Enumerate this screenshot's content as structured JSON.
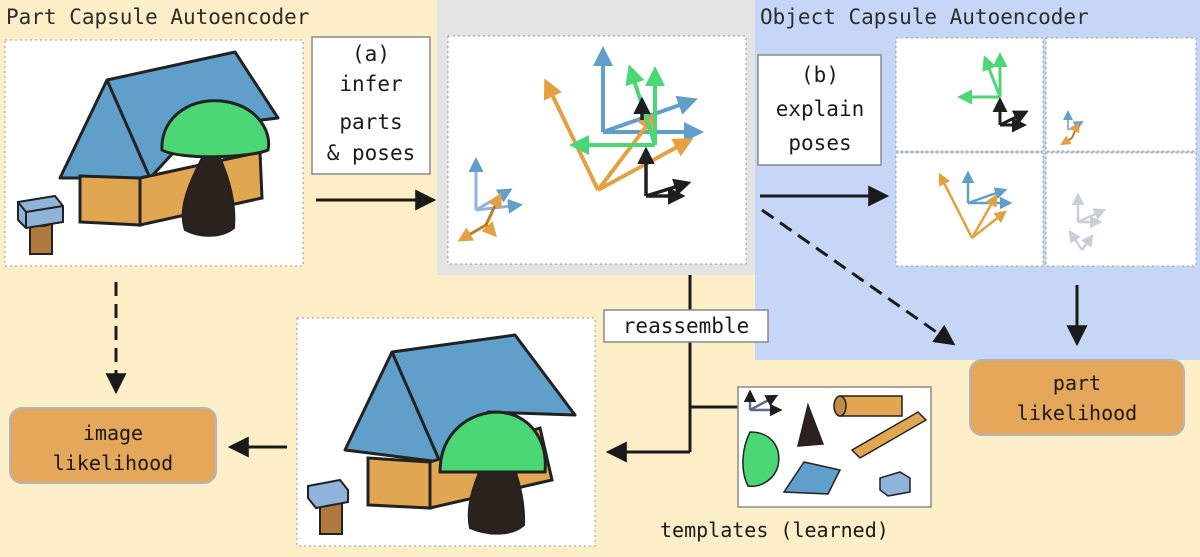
{
  "part_section": {
    "title": "Part Capsule Autoencoder"
  },
  "object_section": {
    "title": "Object Capsule Autoencoder"
  },
  "step_a": {
    "line1": "(a)",
    "line2": "infer",
    "line3": "parts",
    "line4": "& poses"
  },
  "step_b": {
    "line1": "(b)",
    "line2": "explain",
    "line3": "poses"
  },
  "reassemble": {
    "label": "reassemble"
  },
  "image_likelihood": {
    "line1": "image",
    "line2": "likelihood"
  },
  "part_likelihood": {
    "line1": "part",
    "line2": "likelihood"
  },
  "templates": {
    "label": "templates (learned)"
  },
  "colors": {
    "part_bg": "#fcefc8",
    "object_bg": "#c5d6f7",
    "gray_bg": "#e4e4e4",
    "blue": "#5f9fc9",
    "green": "#4cd776",
    "orange": "#e5a13f",
    "dark": "#2a1e1a",
    "box_orange": "#e5a85a"
  }
}
